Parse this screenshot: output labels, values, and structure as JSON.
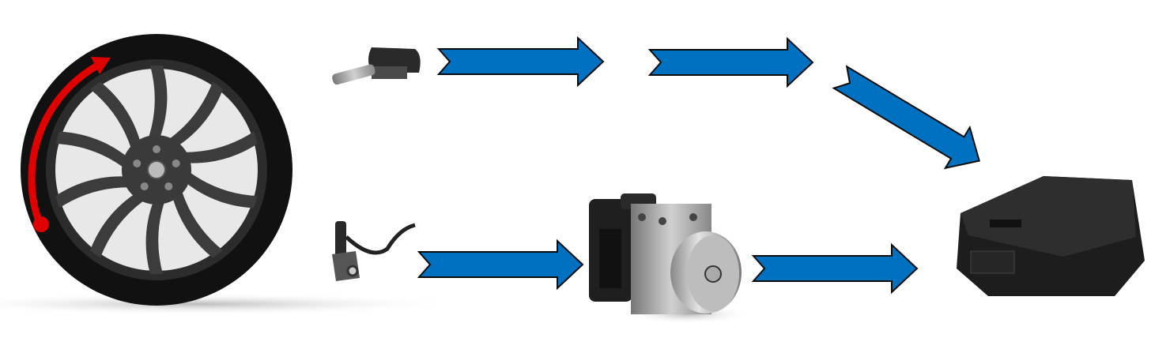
{
  "colors": {
    "arrow": "#0070C0",
    "arrow_outline": "#0a0a0a",
    "rotation_arrow": "#e00000",
    "tire": "#111111",
    "rim": "#3a3a3a",
    "ecu": "#2a2a2a",
    "abs_metal": "#a8a8a8"
  },
  "components": [
    "wheel",
    "tpms-sensor",
    "wheel-speed-sensor",
    "abs-module",
    "ecu"
  ],
  "flows": [
    {
      "from": "tpms-sensor",
      "to": "intermediate"
    },
    {
      "from": "intermediate",
      "to": "intermediate"
    },
    {
      "from": "intermediate",
      "to": "ecu"
    },
    {
      "from": "wheel-speed-sensor",
      "to": "abs-module"
    },
    {
      "from": "abs-module",
      "to": "ecu"
    }
  ]
}
